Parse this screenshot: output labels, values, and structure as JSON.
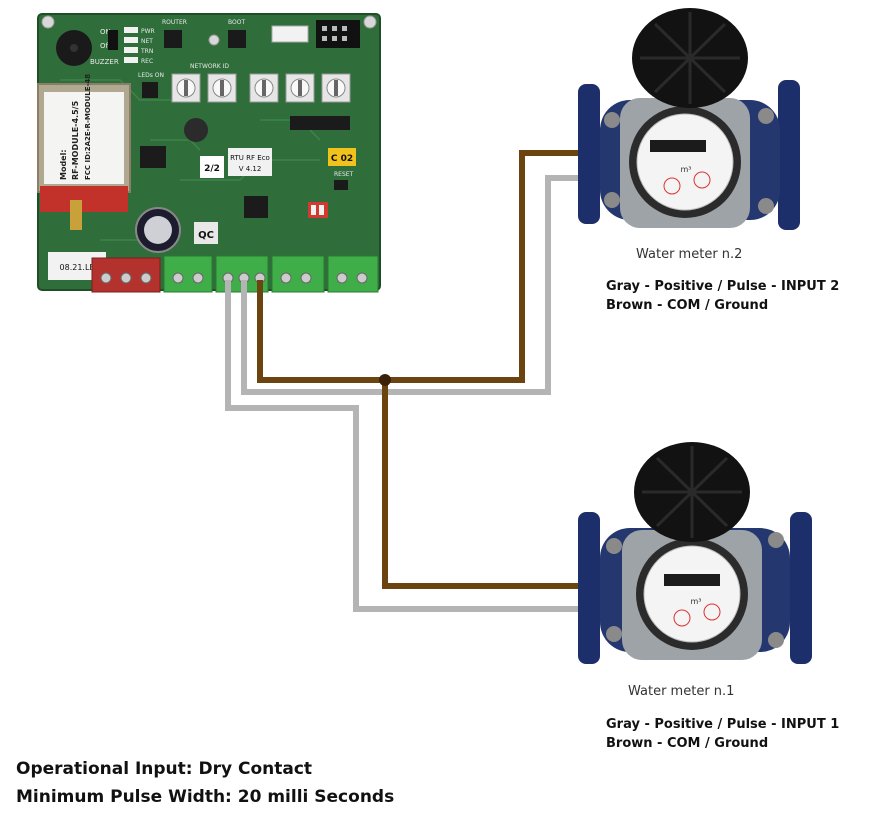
{
  "board": {
    "buzzer_label": "BUZZER",
    "on_label": "ON",
    "off_label": "Off",
    "led_labels": [
      "PWR",
      "NET",
      "TRN",
      "REC"
    ],
    "router_label": "ROUTER",
    "boot_label": "BOOT",
    "leds_on_label": "LEDs ON",
    "network_label": "NETWORK ID",
    "module_text_1": "Model:",
    "module_text_2": "RF-MODULE-4.5/5",
    "module_text_3": "FCC ID:2A2E-R-MODULE-48",
    "page_sticker": "2/2",
    "model_sticker_1": "RTU RF Eco",
    "model_sticker_2": "V 4.12",
    "qc_sticker": "QC",
    "code_sticker": "C 02",
    "reset_label": "RESET",
    "date_sticker": "08.21.LE"
  },
  "meter2": {
    "caption": "Water meter n.2",
    "line1": "Gray - Positive / Pulse - INPUT 2",
    "line2": "Brown - COM / Ground",
    "unit": "m³"
  },
  "meter1": {
    "caption": "Water meter n.1",
    "line1": "Gray - Positive / Pulse - INPUT 1",
    "line2": "Brown - COM / Ground",
    "unit": "m³"
  },
  "footer": {
    "line1": "Operational Input: Dry Contact",
    "line2": "Minimum Pulse Width: 20 milli Seconds"
  },
  "colors": {
    "brown_wire": "#6b4410",
    "gray_wire": "#b4b4b4",
    "pcb": "#2f6e3a",
    "terminal": "#3fae49",
    "meter_body": "#1d2f6b"
  }
}
